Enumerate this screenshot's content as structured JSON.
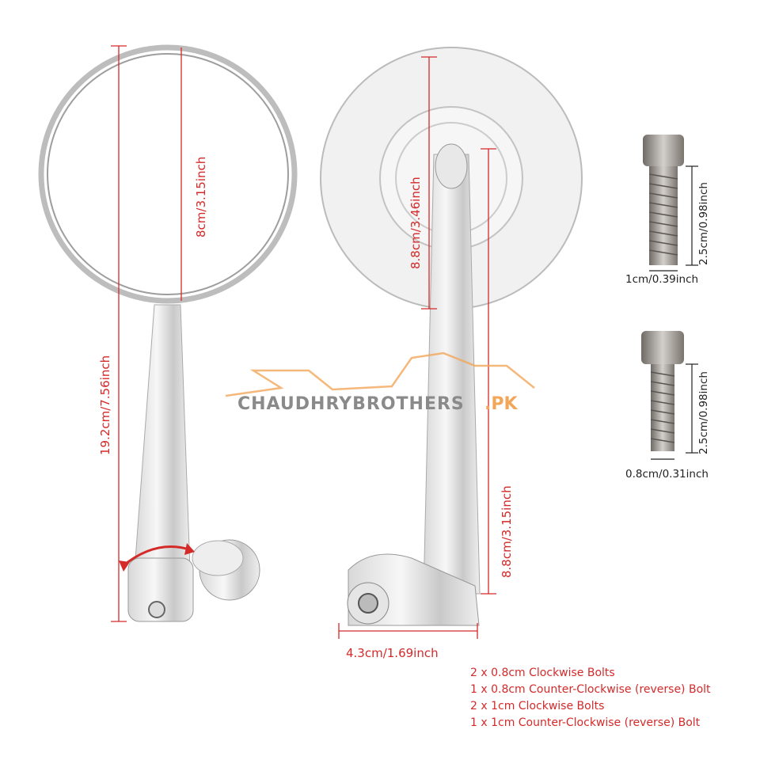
{
  "dimensions": {
    "mirror_diameter_front": "8cm/3.15inch",
    "mirror_diameter_back": "8.8cm/3.46inch",
    "total_length": "19.2cm/7.56inch",
    "stem_length": "8.8cm/3.15inch",
    "clamp_width": "4.3cm/1.69inch",
    "bolt1_length": "2.5cm/0.98inch",
    "bolt1_diameter": "1cm/0.39inch",
    "bolt2_length": "2.5cm/0.98inch",
    "bolt2_diameter": "0.8cm/0.31inch"
  },
  "watermark": {
    "brand": "CHAUDHRYBROTHERS",
    "suffix": ".PK"
  },
  "bolts_list": [
    "2 x 0.8cm Clockwise Bolts",
    "1 x 0.8cm Counter-Clockwise (reverse) Bolt",
    "2 x 1cm Clockwise Bolts",
    "1 x 1cm Counter-Clockwise (reverse) Bolt"
  ],
  "colors": {
    "annotation": "#d42a2a",
    "watermark_gray": "#8a8a8a",
    "watermark_orange": "#f2a65a"
  }
}
